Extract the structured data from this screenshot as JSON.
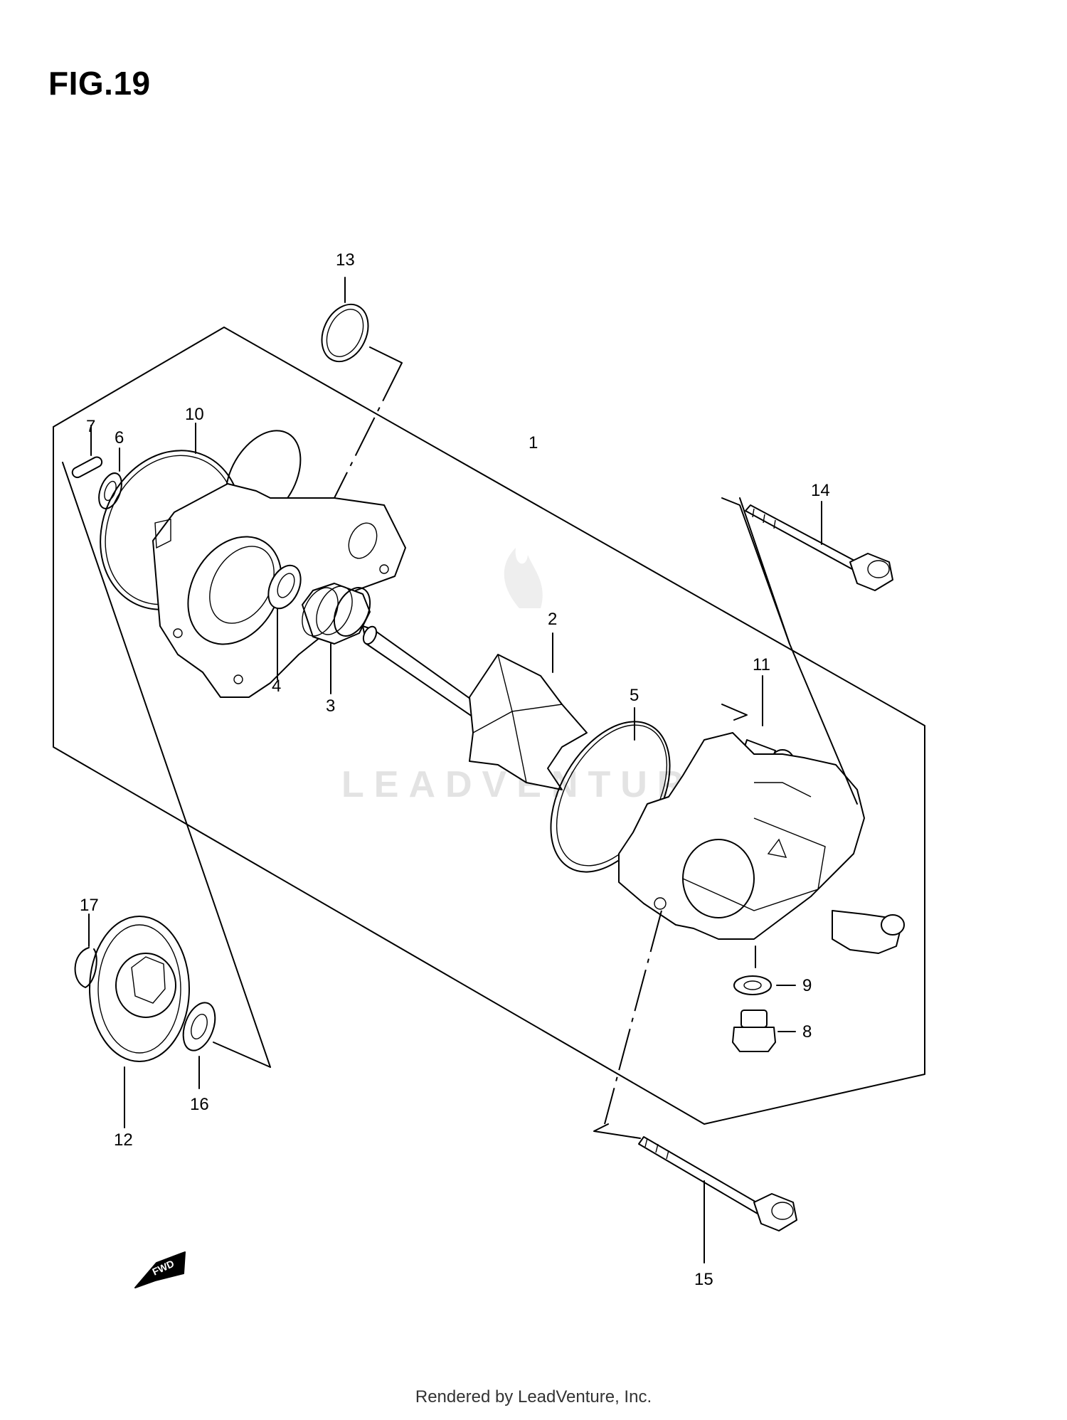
{
  "figure": {
    "title": "FIG.19",
    "callouts": [
      "1",
      "2",
      "3",
      "4",
      "5",
      "6",
      "7",
      "8",
      "9",
      "10",
      "11",
      "12",
      "13",
      "14",
      "15",
      "16",
      "17"
    ],
    "fwd_label": "FWD",
    "watermark": "LEADVENTURE"
  },
  "footer": {
    "text": "Rendered by LeadVenture, Inc."
  }
}
